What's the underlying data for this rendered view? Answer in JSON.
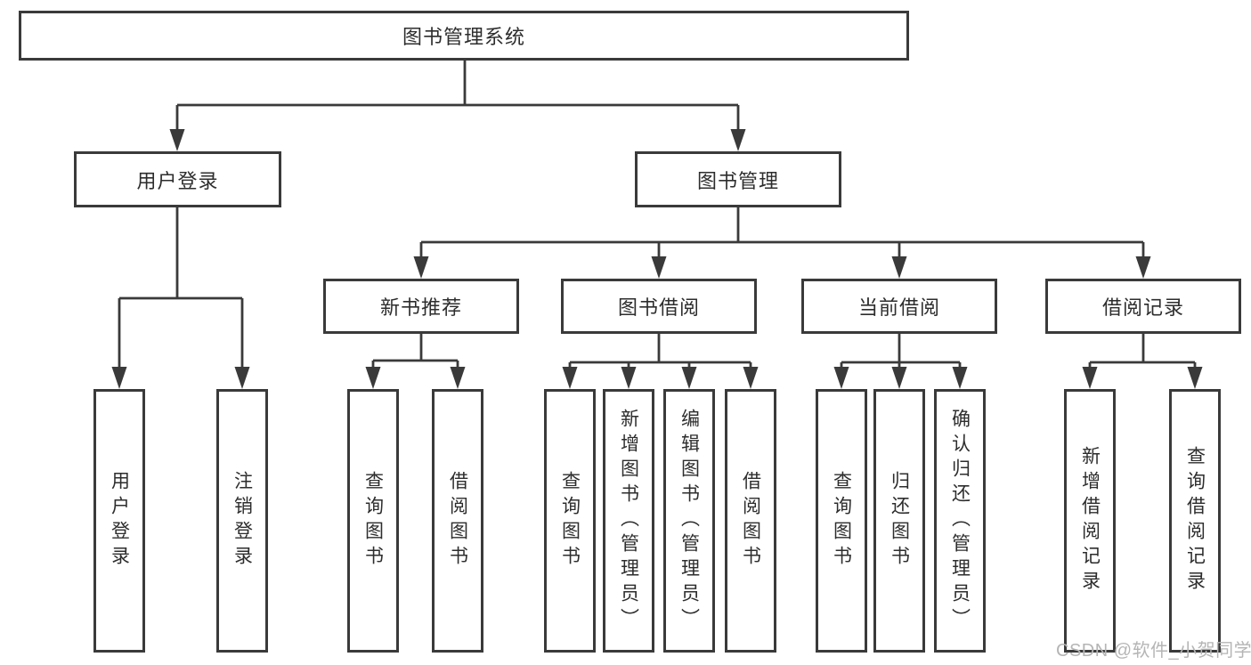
{
  "diagram_title": "图书管理系统",
  "watermark": "CSDN @软件_小贺同学",
  "colors": {
    "line": "#3a3a3a",
    "box_border": "#3a3a3a",
    "text": "#2d2d2d",
    "box_background": "#ffffff",
    "watermark": "#b5b5b5"
  },
  "nodes": {
    "root": {
      "label": "图书管理系统"
    },
    "user_login": {
      "label": "用户登录"
    },
    "book_mgmt": {
      "label": "图书管理"
    },
    "new_book_rec": {
      "label": "新书推荐"
    },
    "book_borrow": {
      "label": "图书借阅"
    },
    "current_borrow": {
      "label": "当前借阅"
    },
    "borrow_record": {
      "label": "借阅记录"
    },
    "user_login_leaf": {
      "label": "用户登录"
    },
    "logout_leaf": {
      "label": "注销登录"
    },
    "query_book_a": {
      "label": "查询图书"
    },
    "borrow_book_a": {
      "label": "借阅图书"
    },
    "query_book_b": {
      "label": "查询图书"
    },
    "add_book": {
      "label": "新增图书（管理员）"
    },
    "edit_book": {
      "label": "编辑图书（管理员）"
    },
    "borrow_book_b": {
      "label": "借阅图书"
    },
    "query_book_c": {
      "label": "查询图书"
    },
    "return_book": {
      "label": "归还图书"
    },
    "confirm_return": {
      "label": "确认归还（管理员）"
    },
    "add_borrow_record": {
      "label": "新增借阅记录"
    },
    "query_borrow_record": {
      "label": "查询借阅记录"
    }
  },
  "hierarchy": {
    "root": [
      "user_login",
      "book_mgmt"
    ],
    "user_login": [
      "user_login_leaf",
      "logout_leaf"
    ],
    "book_mgmt": [
      "new_book_rec",
      "book_borrow",
      "current_borrow",
      "borrow_record"
    ],
    "new_book_rec": [
      "query_book_a",
      "borrow_book_a"
    ],
    "book_borrow": [
      "query_book_b",
      "add_book",
      "edit_book",
      "borrow_book_b"
    ],
    "current_borrow": [
      "query_book_c",
      "return_book",
      "confirm_return"
    ],
    "borrow_record": [
      "add_borrow_record",
      "query_borrow_record"
    ]
  }
}
